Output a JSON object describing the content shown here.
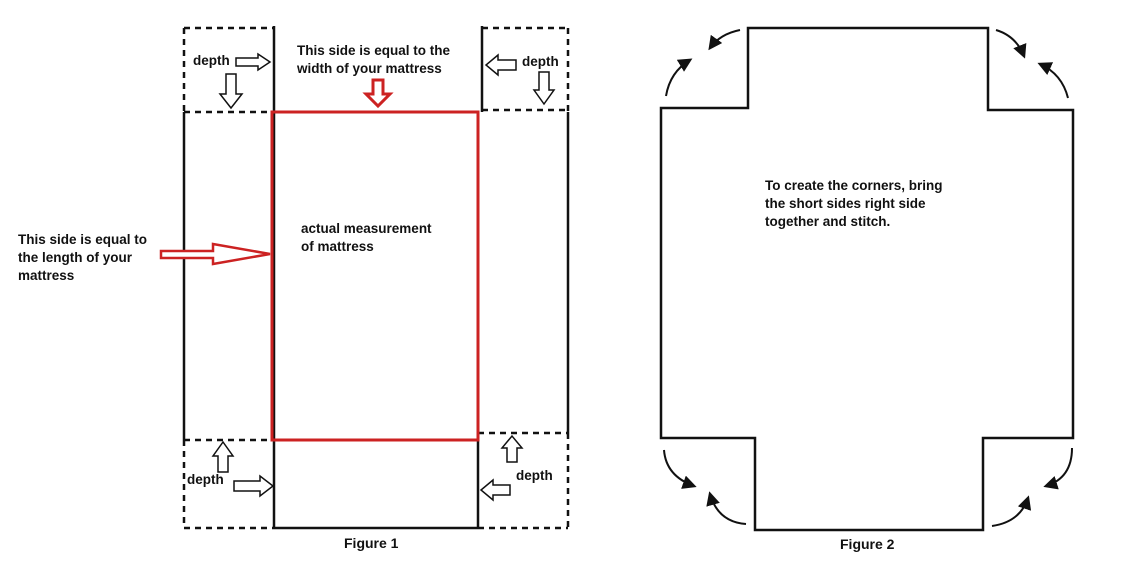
{
  "figure1": {
    "caption": "Figure 1",
    "width_note": [
      "This side is equal to the",
      "width of your mattress"
    ],
    "length_note": [
      "This side is equal to",
      "the length of your",
      "mattress"
    ],
    "center_label": [
      "actual measurement",
      "of mattress"
    ],
    "corner_label": "depth"
  },
  "figure2": {
    "caption": "Figure 2",
    "instructions": [
      "To create the corners, bring",
      "the short sides right side",
      "together and stitch."
    ]
  },
  "colors": {
    "outline": "#111111",
    "highlight": "#cc2222"
  }
}
